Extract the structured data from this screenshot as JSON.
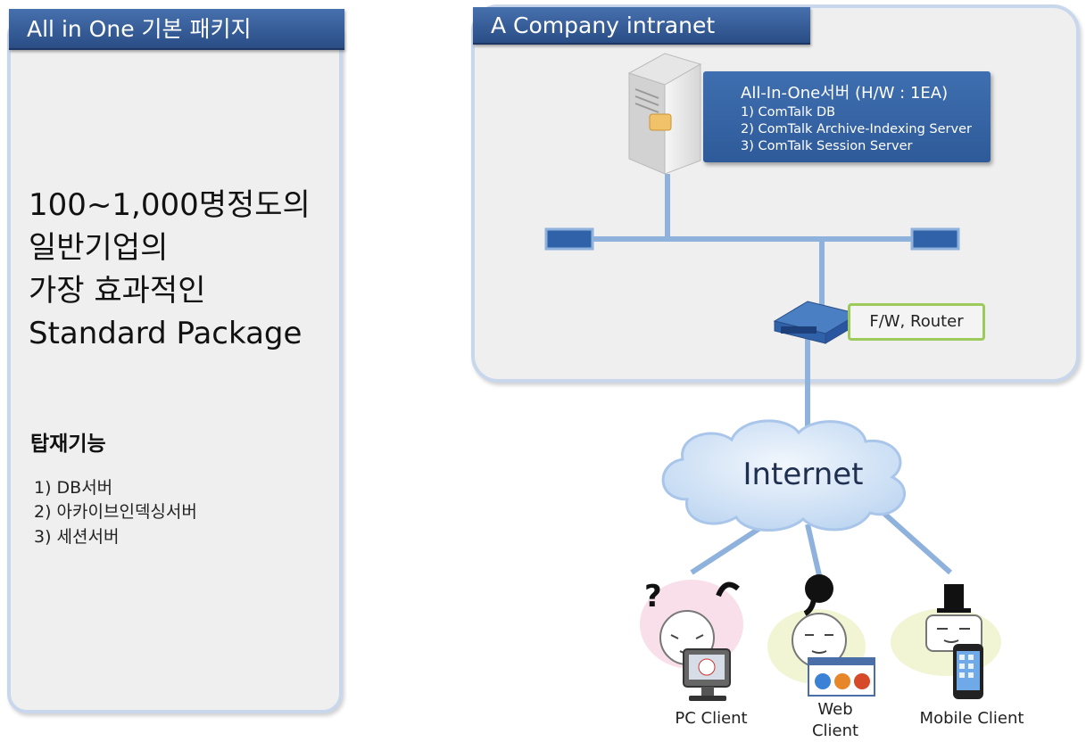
{
  "left_panel": {
    "title": "All in One 기본 패키지",
    "heading_lines": [
      "100~1,000명정도의",
      "일반기업의",
      "가장 효과적인",
      "Standard Package"
    ],
    "features_heading": "탑재기능",
    "features": [
      "1) DB서버",
      "2) 아카이브인덱싱서버",
      "3) 세션서버"
    ]
  },
  "intranet": {
    "title": "A Company intranet",
    "server": {
      "title": "All-In-One서버 (H/W : 1EA)",
      "items": [
        "1) ComTalk DB",
        "2) ComTalk Archive-Indexing Server",
        "3) ComTalk Session Server"
      ]
    },
    "router_label": "F/W, Router"
  },
  "internet_label": "Internet",
  "clients": {
    "pc": "PC Client",
    "web_line1": "Web",
    "web_line2": "Client",
    "mobile": "Mobile Client"
  },
  "colors": {
    "title_bar": "#2f5592",
    "link_line": "#8fb2dd",
    "switch": "#2f62a8",
    "cloud": "#c5dbf3",
    "router_border": "#9ccb5b"
  }
}
